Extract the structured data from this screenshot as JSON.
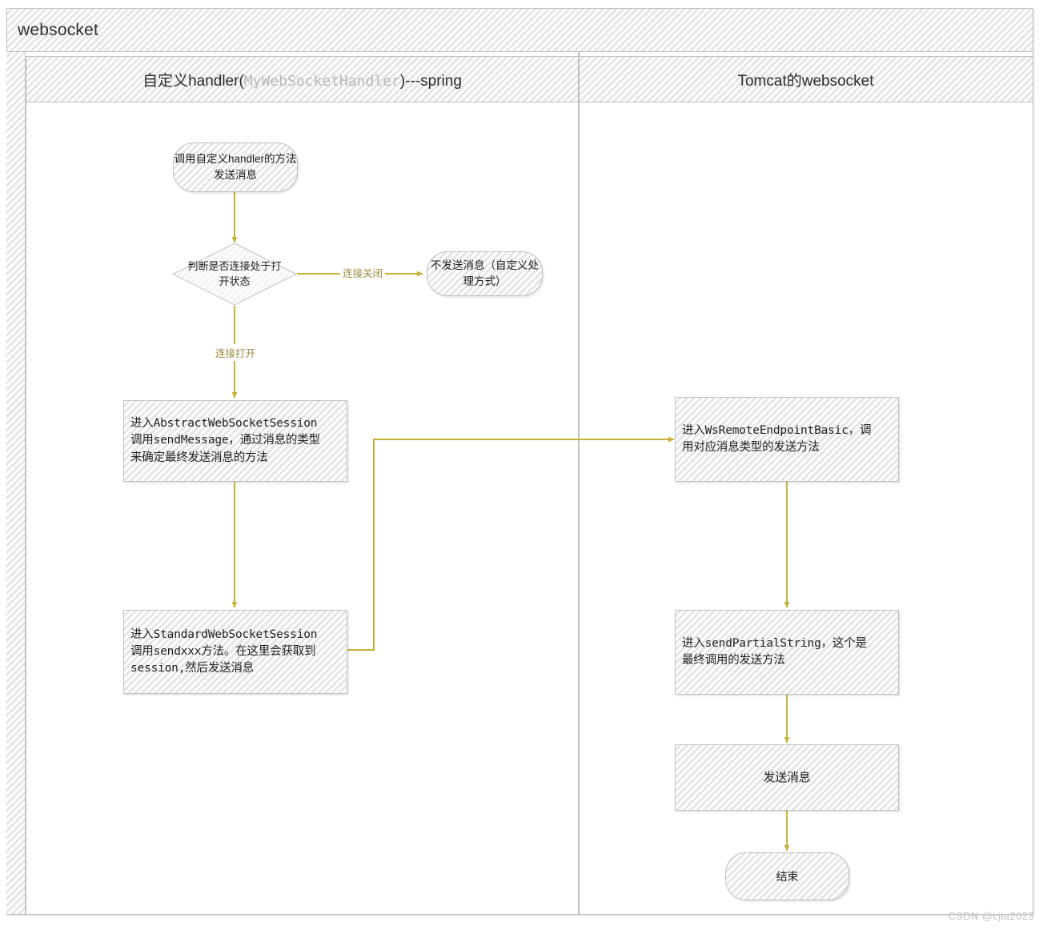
{
  "pool": {
    "title": "websocket"
  },
  "lanes": [
    {
      "id": "lane-spring",
      "label_prefix": "自定义handler(",
      "label_mono": "MyWebSocketHandler",
      "label_suffix": ")---spring"
    },
    {
      "id": "lane-tomcat",
      "label": "Tomcat的websocket"
    }
  ],
  "nodes": {
    "start": "调用自定义handler的方法\n发送消息",
    "decision": "判断是否连接处于打\n开状态",
    "no_send": "不发送消息（自定义处\n理方式）",
    "abstract_session": "进入AbstractWebSocketSession\n调用sendMessage，通过消息的类型\n来确定最终发送消息的方法",
    "standard_session": "进入StandardWebSocketSession\n调用sendxxx方法。在这里会获取到\nsession,然后发送消息",
    "ws_remote_endpoint": "进入WsRemoteEndpointBasic，调\n用对应消息类型的发送方法",
    "send_partial_string": "进入sendPartialString，这个是\n最终调用的发送方法",
    "send_message": "发送消息",
    "end": "结束"
  },
  "edge_labels": {
    "connection_closed": "连接关闭",
    "connection_open": "连接打开"
  },
  "colors": {
    "edge": "#c9b037",
    "shape_border": "#c4c4c4",
    "lane_border": "#bcc2c4",
    "shape_fill": "#f4f4f4",
    "mono_text": "#b4b9bd",
    "watermark": "#bfbfbf"
  },
  "watermark": "CSDN @cjia2023"
}
